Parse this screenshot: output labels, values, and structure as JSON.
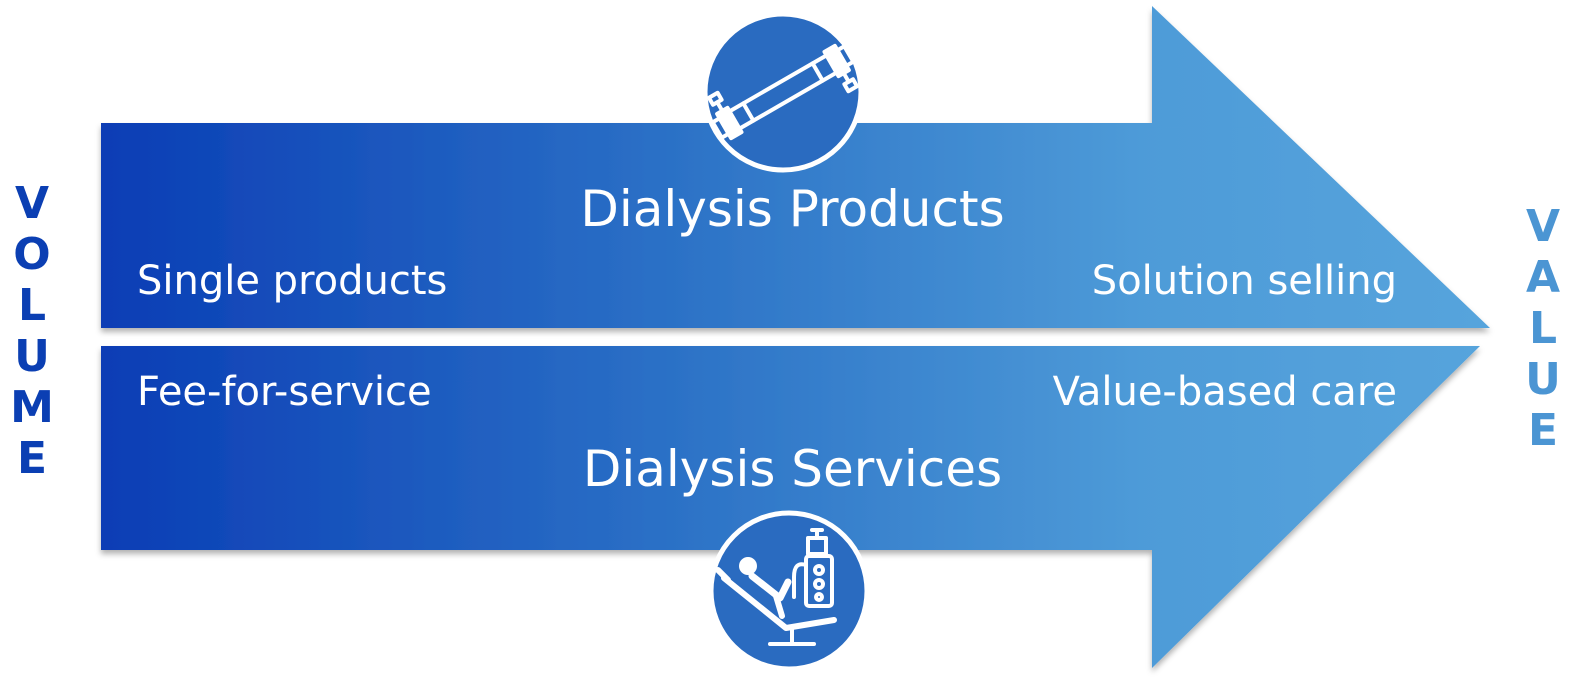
{
  "axis_left": {
    "word": "VOLUME",
    "letters": [
      "V",
      "O",
      "L",
      "U",
      "M",
      "E"
    ],
    "color": "#0b3fb3"
  },
  "axis_right": {
    "word": "VALUE",
    "letters": [
      "V",
      "A",
      "L",
      "U",
      "E"
    ],
    "color": "#4b95d3"
  },
  "arrow": {
    "gradient_start": "#0a3db5",
    "gradient_end": "#55a3db"
  },
  "products": {
    "title": "Dialysis Products",
    "left_label": "Single products",
    "right_label": "Solution selling",
    "icon": "dialyzer-icon"
  },
  "services": {
    "title": "Dialysis Services",
    "left_label": "Fee-for-service",
    "right_label": "Value-based care",
    "icon": "dialysis-patient-chair-icon"
  }
}
